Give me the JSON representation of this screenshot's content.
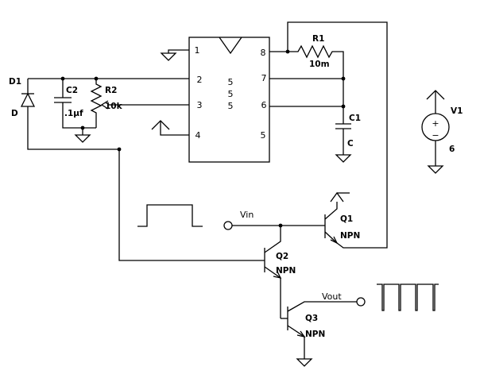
{
  "ic": {
    "label": [
      "5",
      "5",
      "5"
    ],
    "pins": {
      "p1": "1",
      "p2": "2",
      "p3": "3",
      "p4": "4",
      "p5": "5",
      "p6": "6",
      "p7": "7",
      "p8": "8"
    }
  },
  "components": {
    "d1": {
      "ref": "D1",
      "value": "D"
    },
    "c2": {
      "ref": "C2",
      "value": ".1µf"
    },
    "r2": {
      "ref": "R2",
      "value": "10k"
    },
    "r1": {
      "ref": "R1",
      "value": "10m"
    },
    "c1": {
      "ref": "C1",
      "value": "C"
    },
    "v1": {
      "ref": "V1",
      "value": "6"
    },
    "q1": {
      "ref": "Q1",
      "value": "NPN"
    },
    "q2": {
      "ref": "Q2",
      "value": "NPN"
    },
    "q3": {
      "ref": "Q3",
      "value": "NPN"
    }
  },
  "nets": {
    "vin": "Vin",
    "vout": "Vout"
  }
}
